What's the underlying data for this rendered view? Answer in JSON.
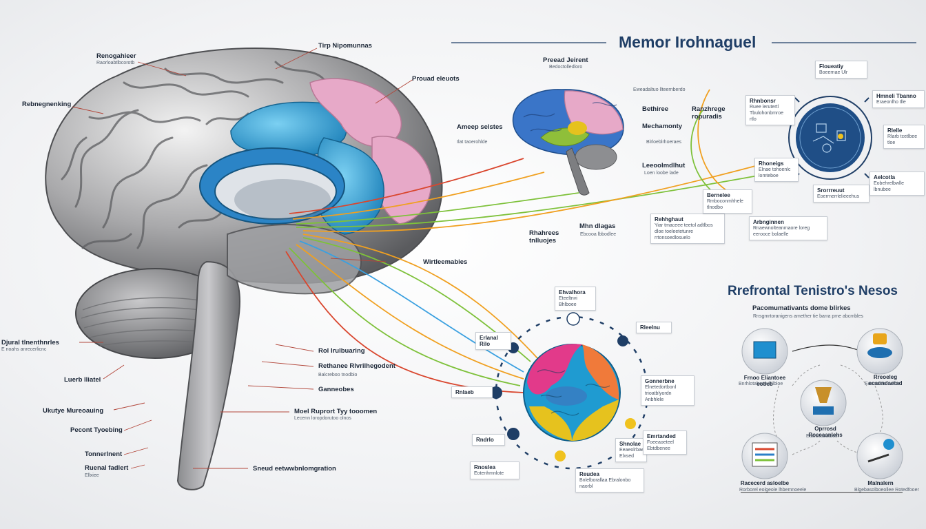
{
  "header": {
    "title": "Memor Irohnaguel"
  },
  "right_section": {
    "title": "Rrefrontal Tenistro's Nesos",
    "subtitle": "Pacomumativants dome blirkes",
    "caption": "Rnsgmrtoranigens amether tie barra pme abcmbles"
  },
  "left_labels": [
    {
      "label": "Renogahieer",
      "sub": "Raorloabtlbcorotb"
    },
    {
      "label": "Rebnegnenking",
      "sub": ""
    },
    {
      "label": "Djural tlnenthnrles",
      "sub": "E noahs anrecerlicnc"
    },
    {
      "label": "Luerb lliatel",
      "sub": ""
    },
    {
      "label": "Ukutye Mureoauing",
      "sub": ""
    },
    {
      "label": "Pecont Tyoebing",
      "sub": ""
    },
    {
      "label": "Tonnerlnent",
      "sub": ""
    },
    {
      "label": "Ruenal fadlert",
      "sub": "Ellxiee"
    }
  ],
  "center_labels": [
    {
      "label": "Tirp Nipomunnas",
      "sub": ""
    },
    {
      "label": "Prouad eleuots",
      "sub": ""
    },
    {
      "label": "Wirtleemabies",
      "sub": ""
    },
    {
      "label": "Rol Irulbuaring",
      "sub": ""
    },
    {
      "label": "Rethanee Rlvrilhegodent",
      "sub": "Balcreboo tnodbio"
    },
    {
      "label": "Ganneobes",
      "sub": ""
    },
    {
      "label": "Moel Ruprort Tyy tooomen",
      "sub": "Lecenn loropdorutoo olnos"
    },
    {
      "label": "Sneud eetwwbnlomgration",
      "sub": ""
    }
  ],
  "upper_mid_labels": [
    {
      "label": "Preead Jeirent",
      "sub": "Bedoctolledloro"
    },
    {
      "label": "Ameep selstes",
      "sub": "Ilat taoerohlde"
    },
    {
      "label": "Bethiree",
      "sub": ""
    },
    {
      "label": "Ranzhrege ropuradis",
      "sub": ""
    },
    {
      "label": "Mechamonty",
      "sub": "Blrloeblrhoeraes"
    },
    {
      "label": "Leeoolmdlhut",
      "sub": "Loen loobe lade"
    },
    {
      "label": "Rhahrees tnlluojes",
      "sub": ""
    },
    {
      "label": "Mhn dlagas",
      "sub": "Ebcooa lbbodlee"
    },
    {
      "label": "",
      "sub": "Eweadaltuo llteernberdo"
    }
  ],
  "upper_boxes": [
    {
      "title": "Rehhghaut",
      "body": "Yiar tmaceee teetol adtlbos dloe toeleetetunre rrtonsoedlosuelo"
    },
    {
      "title": "Arbnginnen",
      "body": "Rnaewnolteanmaore loreg eerooce bolaelle"
    },
    {
      "title": "Rhnbonsr",
      "body": "Ruee lerutertl Tbulohonbmroe rtlo"
    },
    {
      "title": "Rhoneigs",
      "body": "Elnae tohoenlc lomteboe"
    },
    {
      "title": "Floueatiy",
      "body": "Boeernae Ulr"
    },
    {
      "title": "Srorrreuut",
      "body": "Eoerrnerrlelieeehus"
    },
    {
      "title": "Rlelle",
      "body": "Rlarb tcetlbee tloe"
    },
    {
      "title": "Aelcotla",
      "body": "Eobehrelbwlle lbnubee"
    },
    {
      "title": "Hmneli Tbanno",
      "body": "Eraeonlho tlle"
    },
    {
      "title": "Bernelee",
      "body": "Rmboconmhhele tlnodbo"
    }
  ],
  "lower_boxes": [
    {
      "title": "Ehvalhora",
      "body": "Eteeltnvi Bhlboee"
    },
    {
      "title": "Erlanal Rilo",
      "body": ""
    },
    {
      "title": "Rleelnu",
      "body": ""
    },
    {
      "title": "Rnlaeb",
      "body": ""
    },
    {
      "title": "Rndrlo",
      "body": ""
    },
    {
      "title": "Gonnerbne",
      "body": "Elnetedortbonl trioatblyordn Anbhlele"
    },
    {
      "title": "Shnolae",
      "body": "Eeaeolrbae Elxsed"
    },
    {
      "title": "Emrtanded",
      "body": "Foeeaoeteel Ebtdbenee"
    },
    {
      "title": "Rnoslea",
      "body": "Eotenhmnlote"
    },
    {
      "title": "Reudea",
      "body": "Bnlelborallaa Ebralonbo naorbl"
    }
  ],
  "right_nodes": [
    {
      "label": "Frnoo Eliantoee eotieb",
      "sub": "Bnrhlotaboco Bilbloe"
    },
    {
      "label": "Rreoeleg ecaondaetad",
      "sub": "Eoeaalbbueelbe"
    },
    {
      "label": "Oprrosd Roceaanlehs",
      "sub": "Eucioosbalbesr"
    },
    {
      "label": "Racecerd asloelbe",
      "sub": "Rorborel eolgeole lhbemnoeele"
    },
    {
      "label": "Malnalern",
      "sub": "Blgebasolboeollee Rotedfooer"
    }
  ],
  "colors": {
    "title": "#1f3e66",
    "blue_region": "#3aa5d8",
    "pink_region": "#e7a9c8",
    "yellow_region": "#e6c21e",
    "green_region": "#8fbf3a",
    "fiber_red": "#d9462e",
    "fiber_orange": "#f0a020",
    "fiber_green": "#7ec13a",
    "fiber_blue": "#3aa0e0",
    "ring": "#1f3e66"
  }
}
